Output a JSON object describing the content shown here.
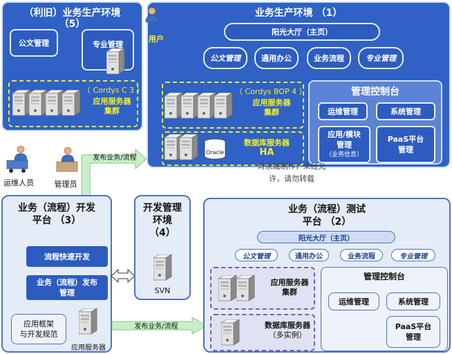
{
  "env5": {
    "title": "（利旧）业务生产环境",
    "number": "（5）",
    "doc_mgmt": "公文管理",
    "pro_mgmt": "专业管理",
    "cluster_note": "（ Cordys C 3 ）",
    "cluster_line1": "应用服务器",
    "cluster_line2": "集群"
  },
  "env1": {
    "title": "业务生产环境 （1）",
    "portal": "阳光大厅（主页）",
    "apps": [
      "公文管理",
      "通用办公",
      "业务流程",
      "专业管理"
    ],
    "cluster_note": "（ Cordys BOP 4 ）",
    "cluster_line1": "应用服务器",
    "cluster_line2": "集群",
    "db_line1": "数据库服务器",
    "db_line2": "HA",
    "oracle": "Oracle",
    "console": {
      "title": "管理控制台",
      "ops": "运维管理",
      "sys": "系统管理",
      "app_l1": "应用/模块",
      "app_l2": "管理",
      "app_l3": "（业务信息）",
      "paas_l1": "PaaS平台",
      "paas_l2": "管理"
    }
  },
  "user_label": "用户",
  "ops_person": "运维人员",
  "admin_person": "管理员",
  "publish_top": "发布业务/流程",
  "publish_bottom": "发布业务/流程",
  "watermark_l1": "肖永威制作，未经允",
  "watermark_l2": "许，请勿转载",
  "env3": {
    "title_l1": "业务（流程）开发",
    "title_l2": "平台 （3）",
    "fast_dev": "流程快速开发",
    "publish_l1": "业务（流程）发布",
    "publish_l2": "管理",
    "framework_l1": "应用框架",
    "framework_l2": "与开发规范",
    "app_server": "应用服务器"
  },
  "env4": {
    "title_l1": "开发管理",
    "title_l2": "环境",
    "title_l3": "（4）",
    "svn": "SVN"
  },
  "env2": {
    "title_l1": "业务（流程）测试",
    "title_l2": "平台 （2）",
    "portal": "阳光大厅（主页）",
    "apps": [
      "公文管理",
      "通用办公",
      "业务流程",
      "专业管理"
    ],
    "cluster_l1": "应用服务器",
    "cluster_l2": "集群",
    "db_l1": "数据库服务器",
    "db_l2": "（多实例）",
    "console": {
      "title": "管理控制台",
      "ops": "运维管理",
      "sys": "系统管理",
      "paas_l1": "PaaS平台",
      "paas_l2": "管理"
    }
  }
}
